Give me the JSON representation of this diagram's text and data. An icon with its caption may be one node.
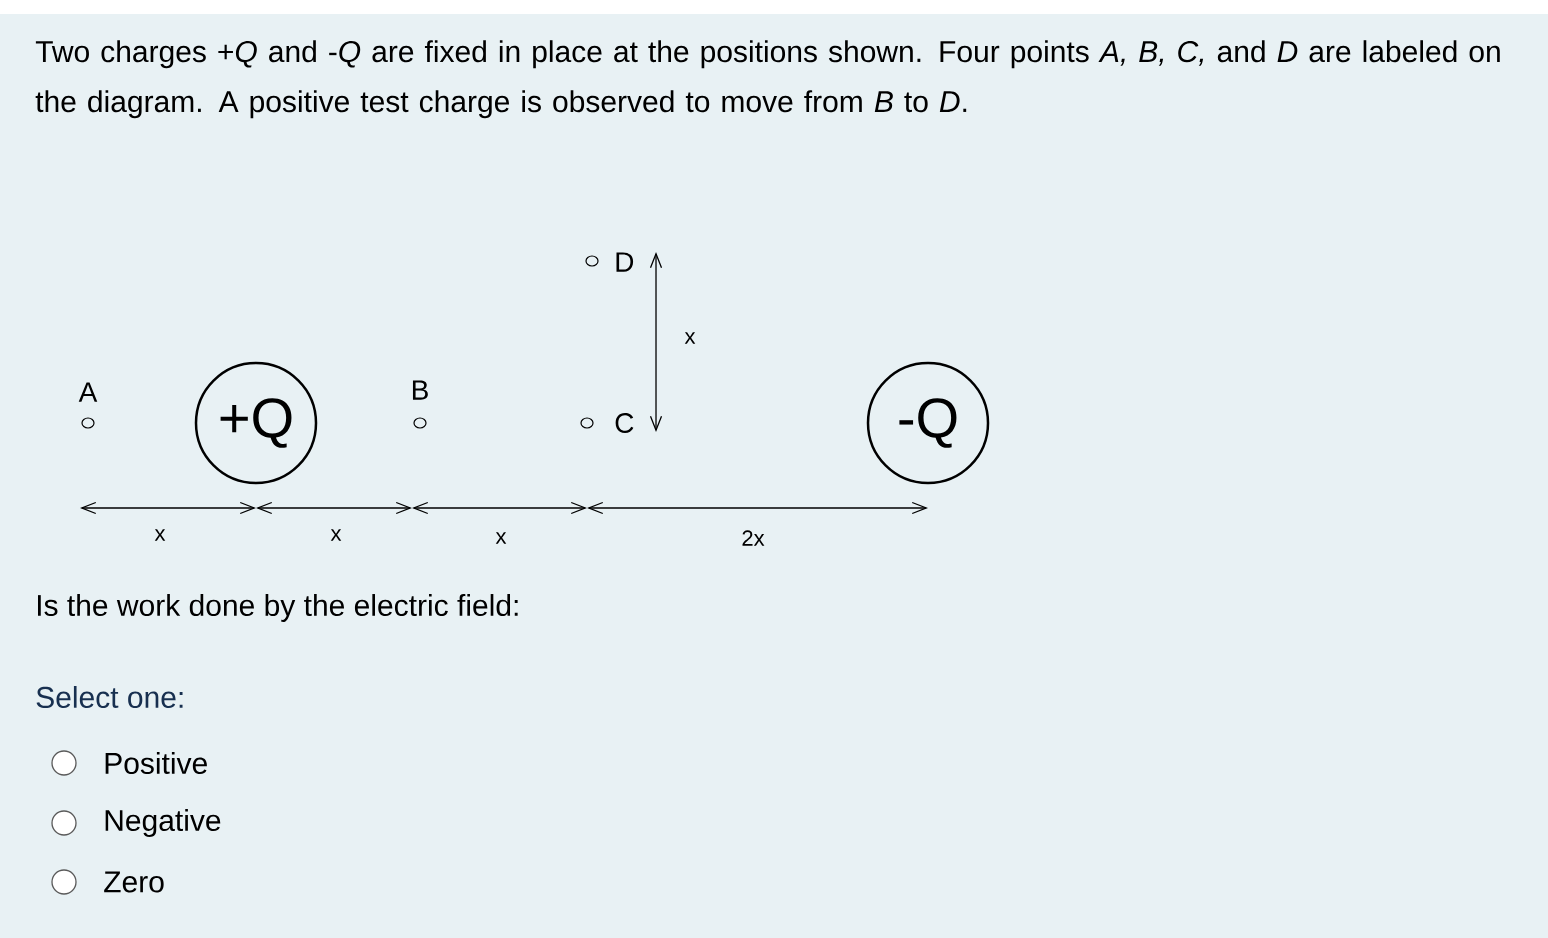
{
  "diagram": {
    "title": "Two charges +*Q* and -*Q* are fixed in place at the positions shown. Four points *A, B, C,* and *D* are labeled on the diagram. A positive test charge is observed to move from *B* to *D*.",
    "nodes": [
      {
        "text": [
          "A"
        ]
      },
      {
        "text": [
          "+Q"
        ]
      },
      {
        "text": [
          "B"
        ]
      },
      {
        "text": [
          "C"
        ]
      },
      {
        "text": [
          "D"
        ]
      },
      {
        "text": [
          "-Q"
        ]
      }
    ],
    "labels": [
      "x",
      "x",
      "x",
      "2x",
      "x",
      "Is the work done by the electric field:",
      "Select one:",
      "Positive",
      "Negative",
      "Zero"
    ]
  }
}
